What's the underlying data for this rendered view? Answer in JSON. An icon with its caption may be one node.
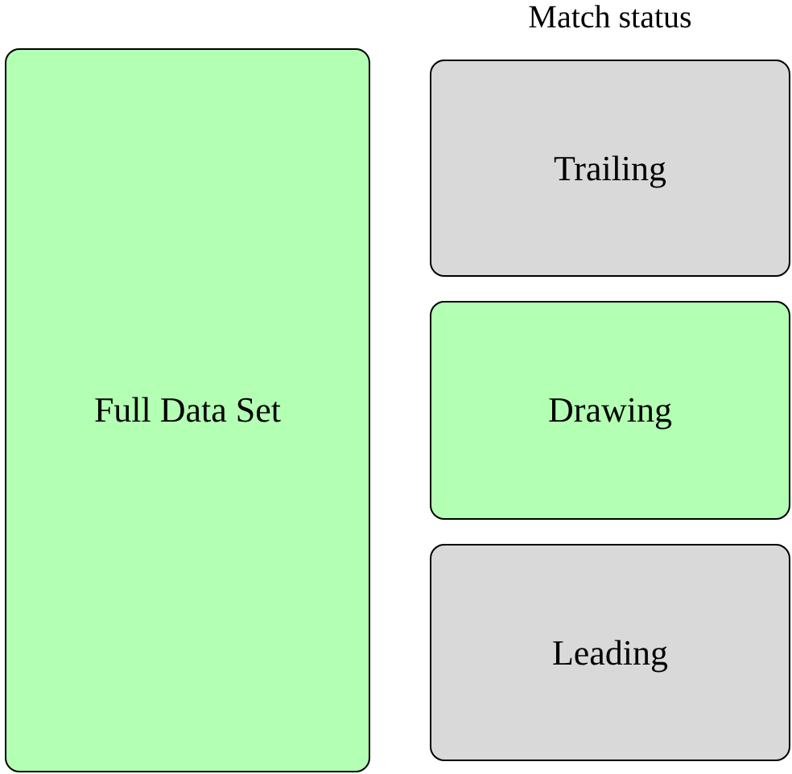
{
  "diagram": {
    "nodes": [
      {
        "text": [
          "Full Data Set"
        ]
      },
      {
        "text": [
          "Trailing"
        ]
      },
      {
        "text": [
          "Drawing"
        ]
      },
      {
        "text": [
          "Leading"
        ]
      }
    ],
    "labels": [
      "Match status"
    ]
  }
}
